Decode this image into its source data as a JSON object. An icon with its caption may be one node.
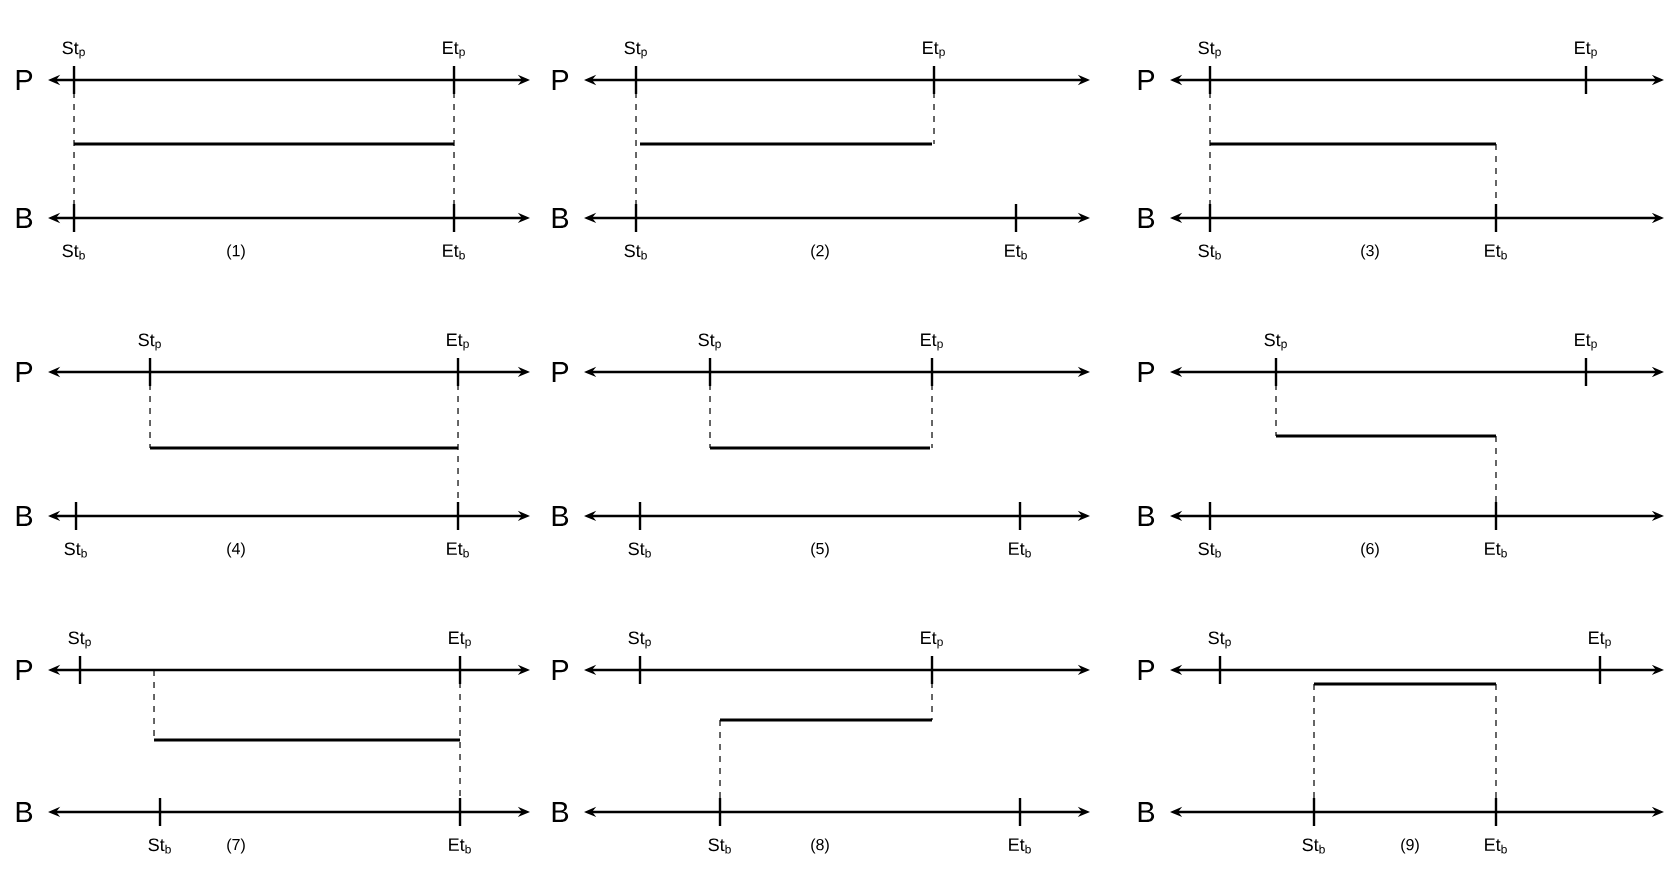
{
  "diagram": {
    "labels": [
      "St$_{p}$",
      "Et$_{p}$",
      "P",
      "B",
      "St$_{b}$",
      "Et$_{b}$",
      "(1)",
      "St$_{p}$",
      "Et$_{p}$",
      "P",
      "B",
      "St$_{b}$",
      "Et$_{b}$",
      "(2)",
      "St$_{p}$",
      "Et$_{p}$",
      "P",
      "B",
      "St$_{b}$",
      "Et$_{b}$",
      "(3)",
      "St$_{p}$",
      "Et$_{p}$",
      "P",
      "B",
      "St$_{b}$",
      "Et$_{b}$",
      "(4)",
      "St$_{p}$",
      "Et$_{p}$",
      "P",
      "B",
      "St$_{b}$",
      "Et$_{b}$",
      "(5)",
      "St$_{p}$",
      "Et$_{p}$",
      "P",
      "B",
      "St$_{b}$",
      "Et$_{b}$",
      "(6)",
      "St$_{p}$",
      "Et$_{p}$",
      "P",
      "B",
      "St$_{b}$",
      "Et$_{b}$",
      "(7)",
      "St$_{p}$",
      "Et$_{p}$",
      "P",
      "B",
      "St$_{b}$",
      "Et$_{b}$",
      "(8)",
      "St$_{p}$",
      "Et$_{p}$",
      "P",
      "B",
      "St$_{b}$",
      "Et$_{b}$",
      "(9)"
    ]
  }
}
